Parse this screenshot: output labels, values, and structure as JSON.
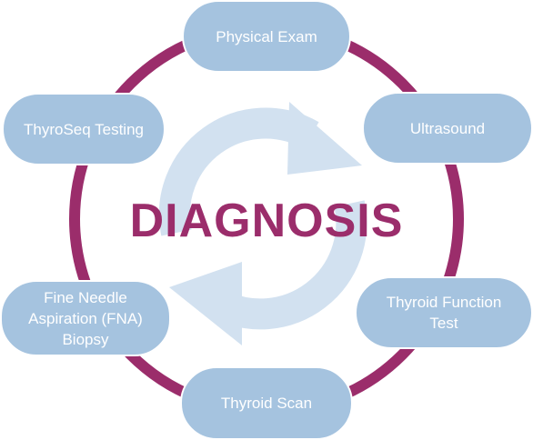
{
  "diagram": {
    "title": "DIAGNOSIS",
    "steps": [
      {
        "id": "physical-exam",
        "label": "Physical Exam"
      },
      {
        "id": "ultrasound",
        "label": "Ultrasound"
      },
      {
        "id": "thyroid-function-test",
        "label": "Thyroid Function\nTest"
      },
      {
        "id": "thyroid-scan",
        "label": "Thyroid Scan"
      },
      {
        "id": "fna-biopsy",
        "label": "Fine Needle\nAspiration (FNA)\nBiopsy"
      },
      {
        "id": "thyroseq-testing",
        "label": "ThyroSeq Testing"
      }
    ],
    "colors": {
      "ring": "#9b2d6b",
      "title": "#9b2d6b",
      "node_fill": "#a5c3df",
      "node_text": "#ffffff",
      "cycle_arrows": "#d2e1f0"
    },
    "center_icon": "refresh-cycle-arrows"
  }
}
